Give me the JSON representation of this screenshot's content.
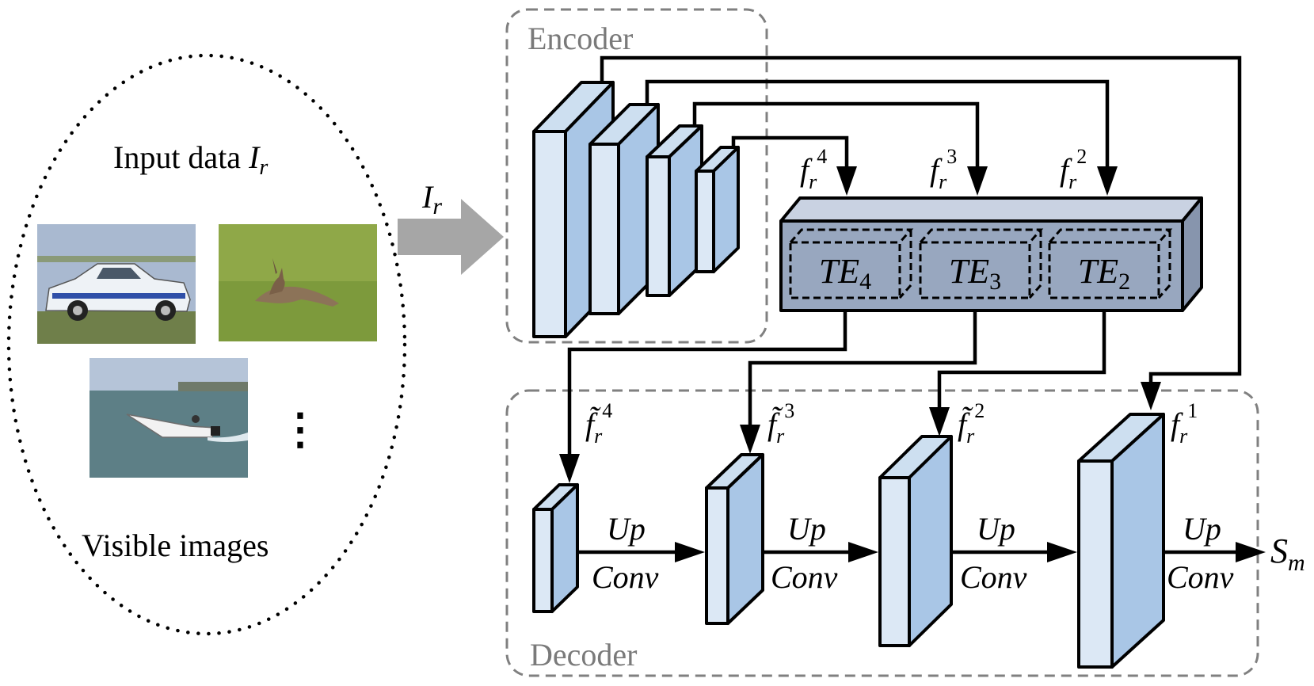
{
  "input": {
    "title_text": "Input data ",
    "title_var": "I",
    "title_sub": "r",
    "caption": "Visible images",
    "ellipsis": "⋮",
    "images": [
      {
        "name": "race-car-photo",
        "sky": "#a9b9d0",
        "ground": "#6f7f4a"
      },
      {
        "name": "hare-photo",
        "sky": "#8fa848",
        "ground": "#7d9a3c"
      },
      {
        "name": "speedboat-photo",
        "sky": "#b5c4d8",
        "ground": "#5d7f86"
      }
    ]
  },
  "input_arrow": {
    "var": "I",
    "sub": "r",
    "color": "#a6a6a6"
  },
  "encoder": {
    "label": "Encoder"
  },
  "decoder": {
    "label": "Decoder"
  },
  "transformer": {
    "blocks": [
      {
        "name": "te4-block",
        "base": "TE",
        "sub": "4"
      },
      {
        "name": "te3-block",
        "base": "TE",
        "sub": "3"
      },
      {
        "name": "te2-block",
        "base": "TE",
        "sub": "2"
      }
    ]
  },
  "features": {
    "f4": {
      "base": "f",
      "sub": "r",
      "sup": "4"
    },
    "f3": {
      "base": "f",
      "sub": "r",
      "sup": "3"
    },
    "f2": {
      "base": "f",
      "sub": "r",
      "sup": "2"
    },
    "f1": {
      "base": "f",
      "sub": "r",
      "sup": "1"
    },
    "ft4": {
      "base": "f̃",
      "sub": "r",
      "sup": "4"
    },
    "ft3": {
      "base": "f̃",
      "sub": "r",
      "sup": "3"
    },
    "ft2": {
      "base": "f̃",
      "sub": "r",
      "sup": "2"
    }
  },
  "ops": {
    "up": "Up",
    "conv": "Conv"
  },
  "output": {
    "var": "S",
    "sub": "m"
  },
  "colors": {
    "layer_front": "#dce8f5",
    "layer_side": "#a9c6e6",
    "layer_top": "#cddff0",
    "te_front": "#98a7bf",
    "te_top": "#c9d2e2",
    "te_side": "#8795ad",
    "dashed_box": "#808080"
  }
}
